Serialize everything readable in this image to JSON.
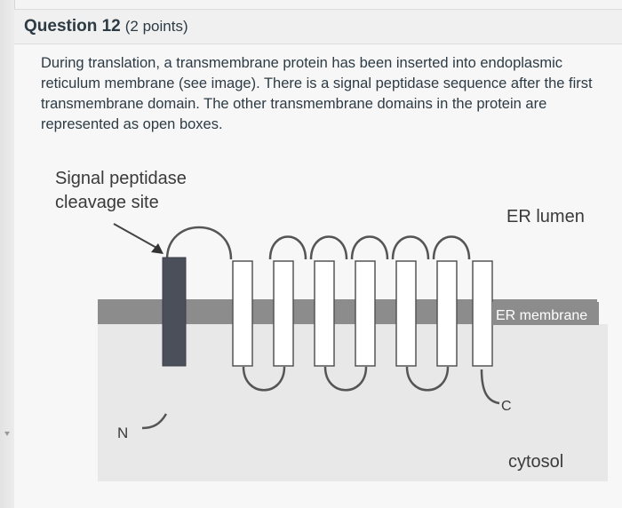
{
  "question": {
    "title": "Question 12",
    "points": "(2 points)",
    "text": "During translation, a transmembrane protein has been inserted into endoplasmic reticulum membrane (see image). There is a signal peptidase sequence after the first transmembrane domain. The other transmembrane domains in the protein are represented as open boxes."
  },
  "figure": {
    "signal_label_line1": "Signal peptidase",
    "signal_label_line2": "cleavage site",
    "er_lumen": "ER lumen",
    "er_membrane": "ER membrane",
    "cytosol": "cytosol",
    "n_terminus": "N",
    "c_terminus": "C",
    "colors": {
      "membrane": "#8c8c8c",
      "signal_domain": "#4a4f5a",
      "open_box": "#ffffff",
      "cytosol_bg": "#e8e8e8",
      "lumen_bg": "#f7f7f7"
    }
  }
}
